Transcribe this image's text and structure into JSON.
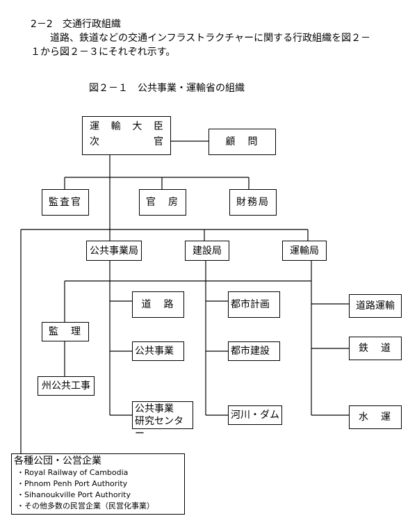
{
  "section": {
    "heading": "2－2　交通行政組織",
    "paragraph_line1": "道路、鉄道などの交通インフラストラクチャーに関する行政組織を図２－",
    "paragraph_line2": "１から図２－３にそれぞれ示す。"
  },
  "figure": {
    "caption": "図２－１　公共事業・運輸省の組織",
    "top": {
      "row1": [
        "運",
        "輸",
        "大",
        "臣"
      ],
      "row2": [
        "次",
        "官"
      ]
    },
    "advisor": "顧　問",
    "staff": [
      "監査官",
      "官　房",
      "財務局"
    ],
    "bureaus": [
      "公共事業局",
      "建設局",
      "運輸局"
    ],
    "supervision": "監　理",
    "state_works": "州公共工事",
    "public_works_units": [
      "道　路",
      "公共事業",
      "公共事業",
      "研究センター"
    ],
    "construction_units": [
      "都市計画",
      "都市建設",
      "河川・ダム"
    ],
    "transport_units": [
      "道路運輸",
      "鉄　道",
      "水　運"
    ],
    "enterprises": {
      "title": "各種公団・公営企業",
      "items": [
        "・Royal Railway of Cambodia",
        "・Phnom Penh Port Authority",
        "・Sihanoukville Port Authority",
        "・その他多数の民営企業（民営化事業）"
      ]
    }
  }
}
